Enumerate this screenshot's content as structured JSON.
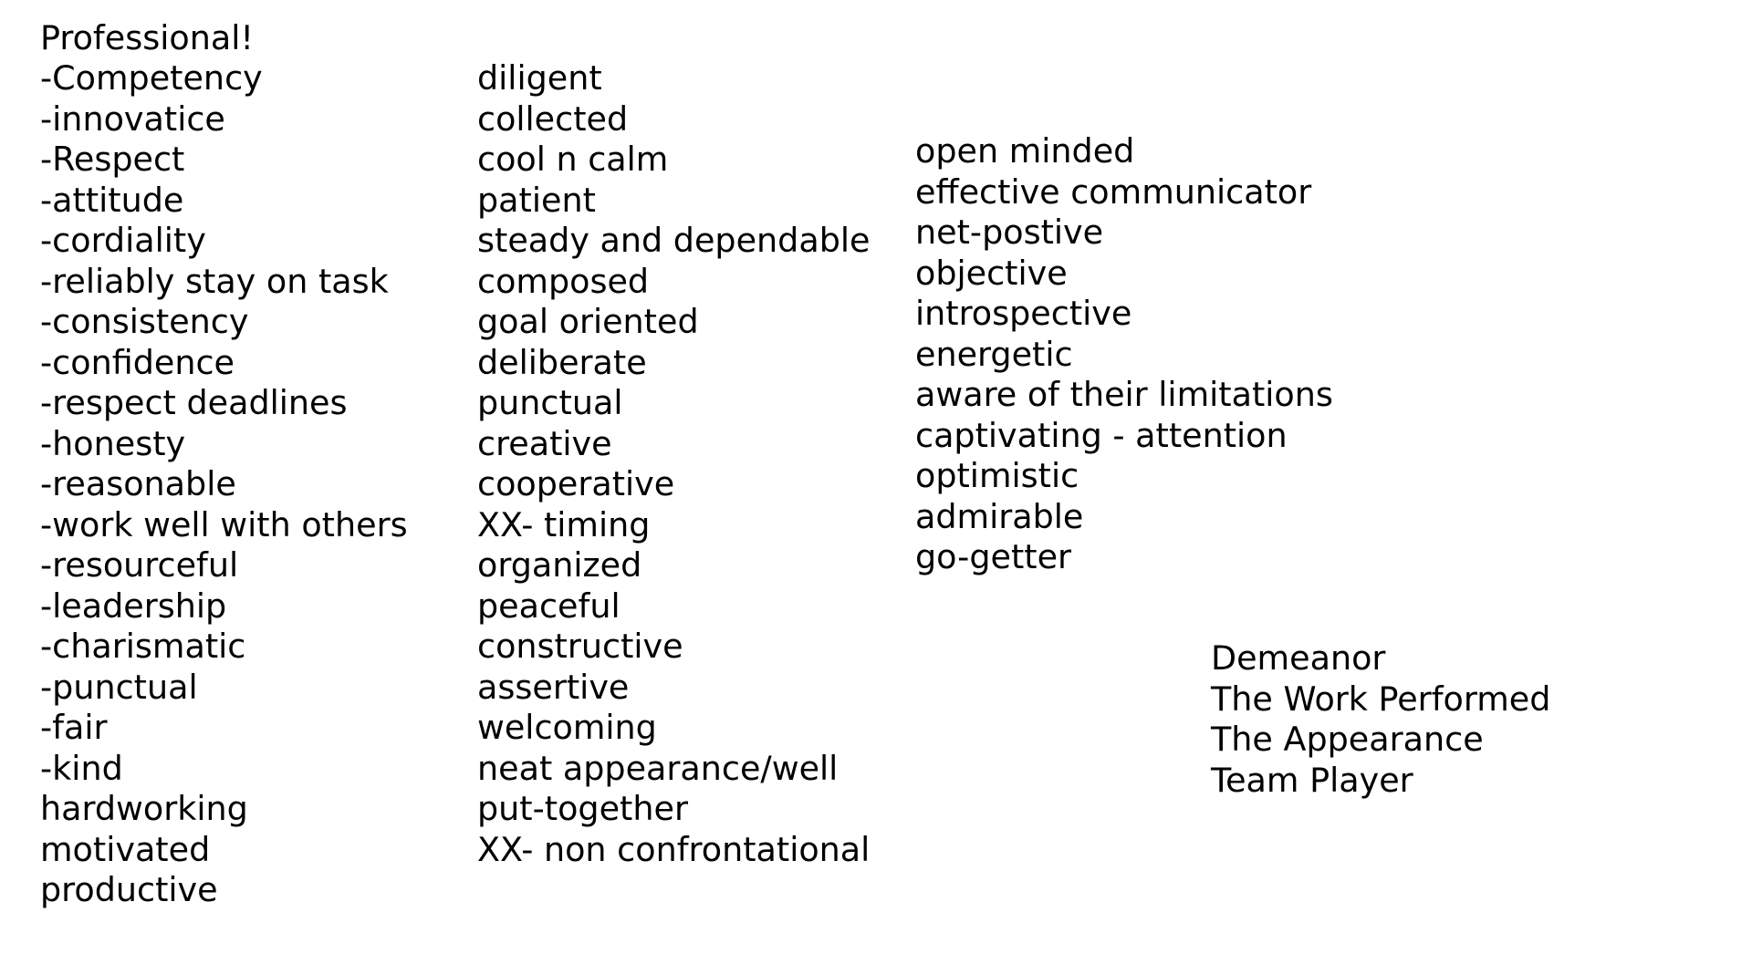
{
  "heading": "Professional!",
  "columns": [
    {
      "items": [
        "-Competency",
        "-innovatice",
        "-Respect",
        "-attitude",
        "-cordiality",
        "-reliably stay on task",
        "-consistency",
        "-confidence",
        "-respect deadlines",
        "-honesty",
        "-reasonable",
        "-work well with others",
        "-resourceful",
        "-leadership",
        "-charismatic",
        "-punctual",
        "-fair",
        "-kind",
        "hardworking",
        "motivated",
        "productive"
      ]
    },
    {
      "items": [
        "diligent",
        "collected",
        "cool n calm",
        "patient",
        "steady and dependable",
        "composed",
        "goal oriented",
        "deliberate",
        "punctual",
        "creative",
        "cooperative",
        "XX- timing",
        "organized",
        "peaceful",
        "constructive",
        "assertive",
        "welcoming",
        "neat appearance/well",
        "put-together",
        "XX- non confrontational"
      ]
    },
    {
      "items": [
        "open minded",
        "effective communicator",
        "net-postive",
        "objective",
        "introspective",
        "energetic",
        "aware of their limitations",
        "captivating - attention",
        "optimistic",
        "admirable",
        "go-getter"
      ]
    },
    {
      "items": [
        "Demeanor",
        "The Work Performed",
        "The Appearance",
        "Team Player"
      ]
    }
  ]
}
